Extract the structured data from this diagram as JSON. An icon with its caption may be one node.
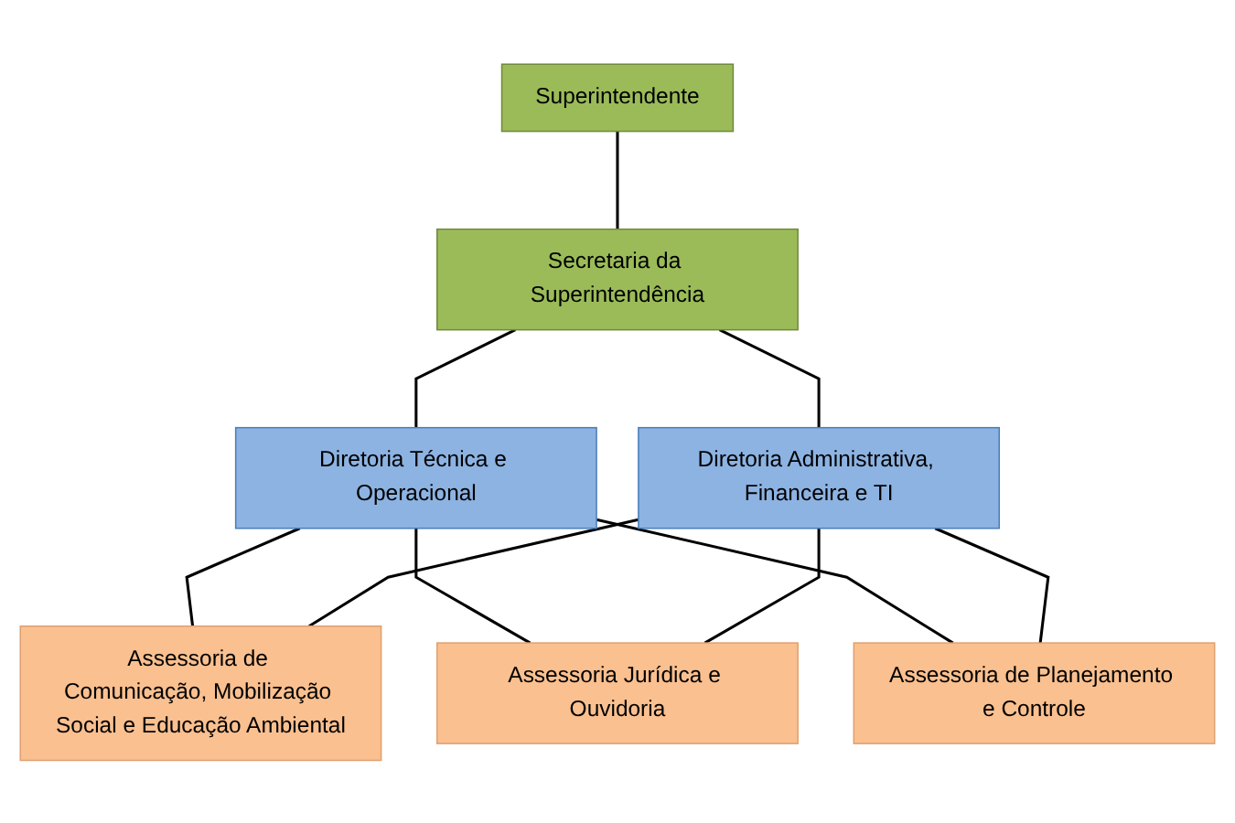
{
  "diagram": {
    "nodes": [
      {
        "text": [
          "Superintendente"
        ]
      },
      {
        "text": [
          "Secretaria da Superintendência"
        ]
      },
      {
        "text": [
          "Diretoria Técnica e Operacional"
        ]
      },
      {
        "text": [
          "Diretoria Administrativa, Financeira e TI"
        ]
      },
      {
        "text": [
          "Assessoria de Comunicação, Mobilização Social e Educação Ambiental"
        ]
      },
      {
        "text": [
          "Assessoria Jurídica e Ouvidoria"
        ]
      },
      {
        "text": [
          "Assessoria de Planejamento e Controle"
        ]
      }
    ],
    "edges": [
      {
        "from": 0,
        "to": 1,
        "arrow": "none"
      },
      {
        "from": 1,
        "to": 2,
        "arrow": "none"
      },
      {
        "from": 1,
        "to": 3,
        "arrow": "none"
      },
      {
        "from": 2,
        "to": 4,
        "arrow": "none"
      },
      {
        "from": 2,
        "to": 5,
        "arrow": "none"
      },
      {
        "from": 2,
        "to": 6,
        "arrow": "none"
      },
      {
        "from": 3,
        "to": 4,
        "arrow": "none"
      },
      {
        "from": 3,
        "to": 5,
        "arrow": "none"
      },
      {
        "from": 3,
        "to": 6,
        "arrow": "none"
      }
    ]
  }
}
